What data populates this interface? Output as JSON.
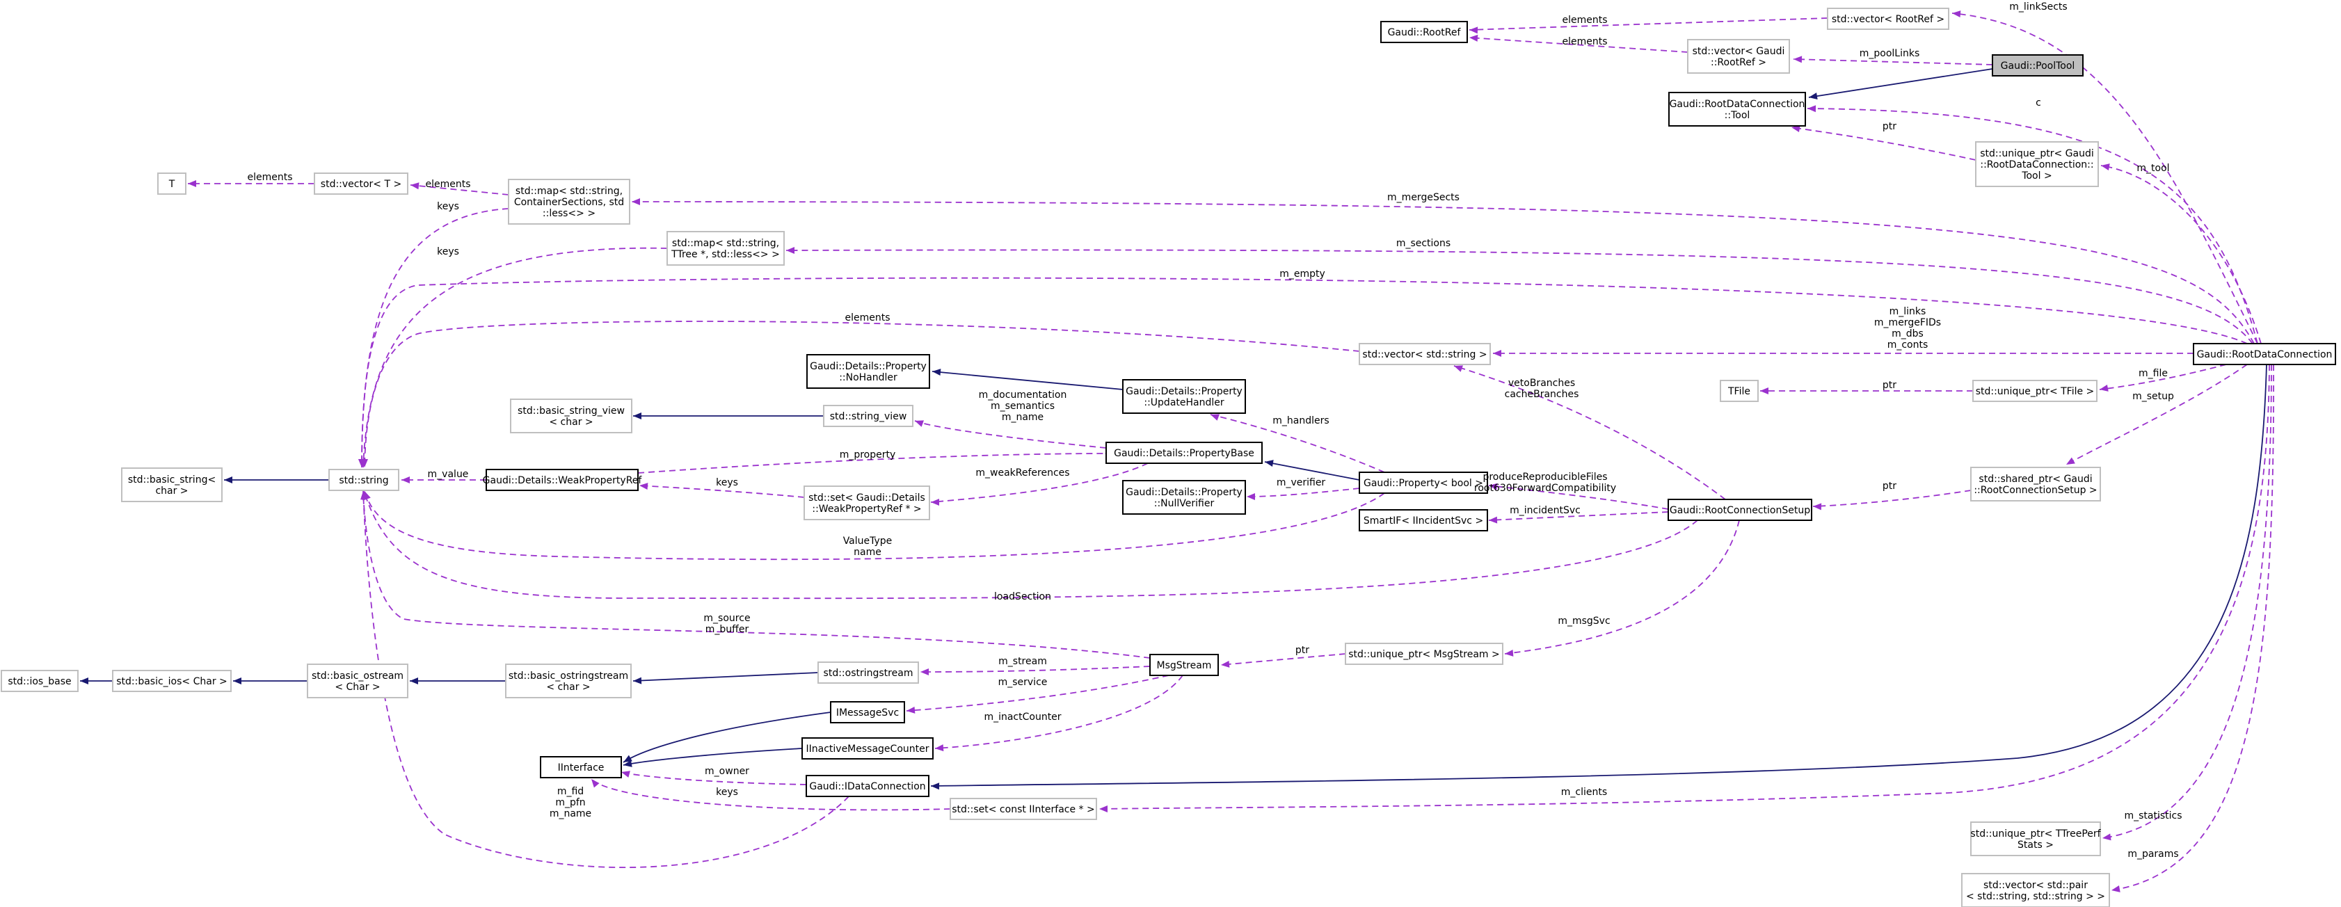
{
  "nodes": {
    "rootref": "Gaudi::RootRef",
    "vec_rootref": "std::vector< RootRef >",
    "vec_gaudi_rootref": [
      "std::vector< Gaudi",
      "::RootRef >"
    ],
    "pooltool": "Gaudi::PoolTool",
    "rdc_tool": [
      "Gaudi::RootDataConnection",
      "::Tool"
    ],
    "uptr_tool": [
      "std::unique_ptr< Gaudi",
      "::RootDataConnection::",
      "Tool >"
    ],
    "T": "T",
    "vec_T": "std::vector< T >",
    "map_cs": [
      "std::map< std::string,",
      "ContainerSections, std",
      "::less<> >"
    ],
    "map_ttree": [
      "std::map< std::string,",
      "TTree *, std::less<> >"
    ],
    "vec_string": "std::vector< std::string >",
    "rdc": "Gaudi::RootDataConnection",
    "nohandler": [
      "Gaudi::Details::Property",
      "::NoHandler"
    ],
    "updatehandler": [
      "Gaudi::Details::Property",
      "::UpdateHandler"
    ],
    "bsv": [
      "std::basic_string_view",
      "< char >"
    ],
    "string_view": "std::string_view",
    "tfile": "TFile",
    "uptr_tfile": "std::unique_ptr< TFile >",
    "bstring": [
      "std::basic_string<",
      "char >"
    ],
    "string": "std::string",
    "weakref": "Gaudi::Details::WeakPropertyRef",
    "propbase": "Gaudi::Details::PropertyBase",
    "set_weak": [
      "std::set< Gaudi::Details",
      "::WeakPropertyRef * >"
    ],
    "nullverifier": [
      "Gaudi::Details::Property",
      "::NullVerifier"
    ],
    "prop_bool": "Gaudi::Property< bool >",
    "rcs": "Gaudi::RootConnectionSetup",
    "sptr_rcs": [
      "std::shared_ptr< Gaudi",
      "::RootConnectionSetup >"
    ],
    "smartif": "SmartIF< IIncidentSvc >",
    "ios_base": "std::ios_base",
    "basic_ios": "std::basic_ios< Char >",
    "basic_ostream": [
      "std::basic_ostream",
      "< Char >"
    ],
    "basic_ostringstream": [
      "std::basic_ostringstream",
      "< char >"
    ],
    "ostringstream": "std::ostringstream",
    "msgstream": "MsgStream",
    "uptr_msg": "std::unique_ptr< MsgStream >",
    "imessagesvc": "IMessageSvc",
    "iinactive": "IInactiveMessageCounter",
    "iinterface": "IInterface",
    "idataconn": "Gaudi::IDataConnection",
    "set_iface": "std::set< const IInterface * >",
    "uptr_ttreeperf": [
      "std::unique_ptr< TTreePerf",
      "Stats >"
    ],
    "vec_pair": [
      "std::vector< std::pair",
      "< std::string, std::string > >"
    ]
  },
  "edge_labels": {
    "m_linkSects": "m_linkSects",
    "elements": "elements",
    "m_poolLinks": "m_poolLinks",
    "c": "c",
    "ptr": "ptr",
    "m_tool": "m_tool",
    "keys": "keys",
    "m_mergeSects": "m_mergeSects",
    "m_sections": "m_sections",
    "m_empty": "m_empty",
    "rdc_vec": [
      "m_links",
      "m_mergeFIDs",
      "m_dbs",
      "m_conts"
    ],
    "veto": [
      "vetoBranches",
      "cacheBranches"
    ],
    "m_file": "m_file",
    "m_setup": "m_setup",
    "m_documentation": [
      "m_documentation",
      "m_semantics",
      "m_name"
    ],
    "m_handlers": "m_handlers",
    "m_value": "m_value",
    "m_property": "m_property",
    "m_weakReferences": "m_weakReferences",
    "produce": [
      "produceReproducibleFiles",
      "root630ForwardCompatibility"
    ],
    "m_verifier": "m_verifier",
    "m_incidentSvc": "m_incidentSvc",
    "valuetype": [
      "ValueType",
      "name"
    ],
    "loadSection": "loadSection",
    "m_msgSvc": "m_msgSvc",
    "m_source": [
      "m_source",
      "m_buffer"
    ],
    "m_stream": "m_stream",
    "m_service": "m_service",
    "m_inactCounter": "m_inactCounter",
    "m_owner": "m_owner",
    "m_fid": [
      "m_fid",
      "m_pfn",
      "m_name"
    ],
    "m_clients": "m_clients",
    "m_statistics": "m_statistics",
    "m_params": "m_params"
  },
  "colors": {
    "usage_edge": "#9a32cd",
    "inheritance_edge": "#191970",
    "solid_border": "#000000",
    "grey_border": "#bfbfbf",
    "highlight_fill": "#bfbfbf"
  }
}
